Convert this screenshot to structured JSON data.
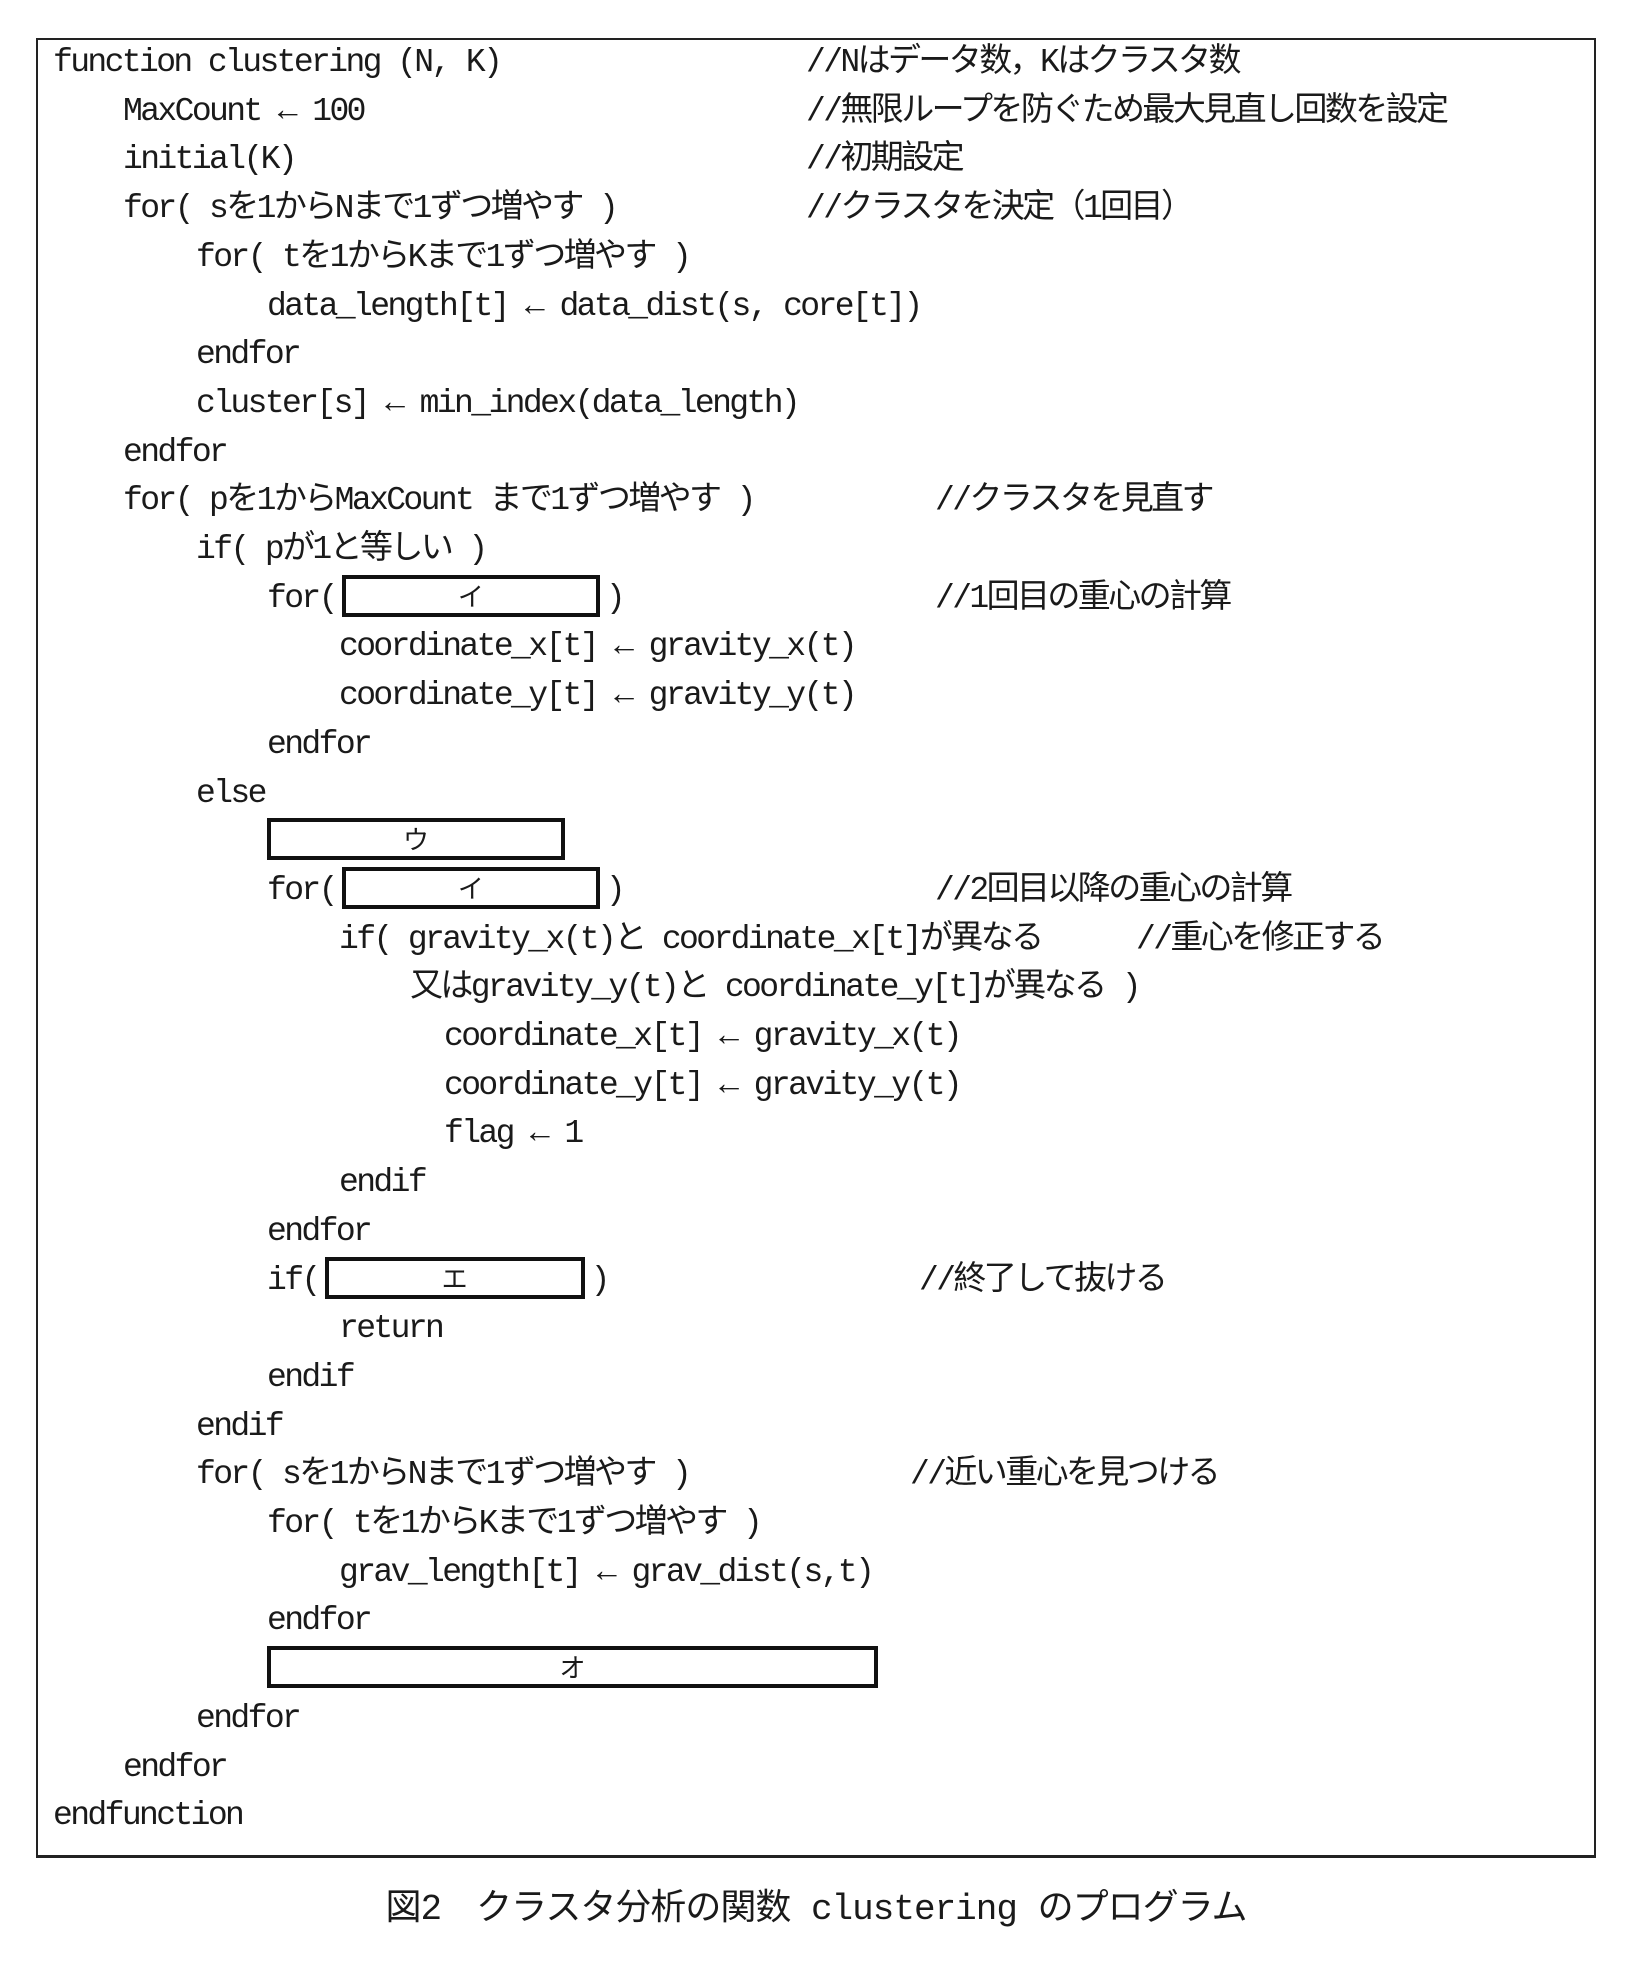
{
  "figure": {
    "caption": "図2　クラスタ分析の関数 clustering のプログラム",
    "lines": [
      {
        "code": "function clustering (N, K)",
        "comment": "//Nはデータ数，Kはクラスタ数"
      },
      {
        "code": "MaxCount ← 100",
        "comment": "//無限ループを防ぐため最大見直し回数を設定"
      },
      {
        "code": "initial(K)",
        "comment": "//初期設定"
      },
      {
        "code": "for( sを1からNまで1ずつ増やす )",
        "comment": "//クラスタを決定（1回目）"
      },
      {
        "code": "for( tを1からKまで1ずつ増やす )"
      },
      {
        "code": "data_length[t] ← data_dist(s, core[t])"
      },
      {
        "code": "endfor"
      },
      {
        "code": "cluster[s] ← min_index(data_length)"
      },
      {
        "code": "endfor"
      },
      {
        "code": "for( pを1からMaxCount まで1ずつ増やす )",
        "comment": "//クラスタを見直す"
      },
      {
        "code": "if( pが1と等しい )"
      },
      {
        "code": "for(",
        "blank": "イ",
        "after": ")",
        "comment": "//1回目の重心の計算"
      },
      {
        "code": "coordinate_x[t] ← gravity_x(t)"
      },
      {
        "code": "coordinate_y[t] ← gravity_y(t)"
      },
      {
        "code": "endfor"
      },
      {
        "code": "else"
      },
      {
        "code": "",
        "blank": "ウ"
      },
      {
        "code": "for(",
        "blank": "イ",
        "after": ")",
        "comment": "//2回目以降の重心の計算"
      },
      {
        "code": "if( gravity_x(t)と coordinate_x[t]が異なる",
        "comment": "//重心を修正する"
      },
      {
        "code": "又はgravity_y(t)と coordinate_y[t]が異なる )"
      },
      {
        "code": "coordinate_x[t] ← gravity_x(t)"
      },
      {
        "code": "coordinate_y[t] ← gravity_y(t)"
      },
      {
        "code": "flag ← 1"
      },
      {
        "code": "endif"
      },
      {
        "code": "endfor"
      },
      {
        "code": "if(",
        "blank": "エ",
        "after": ")",
        "comment": "//終了して抜ける"
      },
      {
        "code": "return"
      },
      {
        "code": "endif"
      },
      {
        "code": "endif"
      },
      {
        "code": "for( sを1からNまで1ずつ増やす )",
        "comment": "//近い重心を見つける"
      },
      {
        "code": "for( tを1からKまで1ずつ増やす )"
      },
      {
        "code": "grav_length[t] ← grav_dist(s,t)"
      },
      {
        "code": "endfor"
      },
      {
        "code": "",
        "blank": "オ"
      },
      {
        "code": "endfor"
      },
      {
        "code": "endfor"
      },
      {
        "code": "endfunction"
      }
    ]
  }
}
